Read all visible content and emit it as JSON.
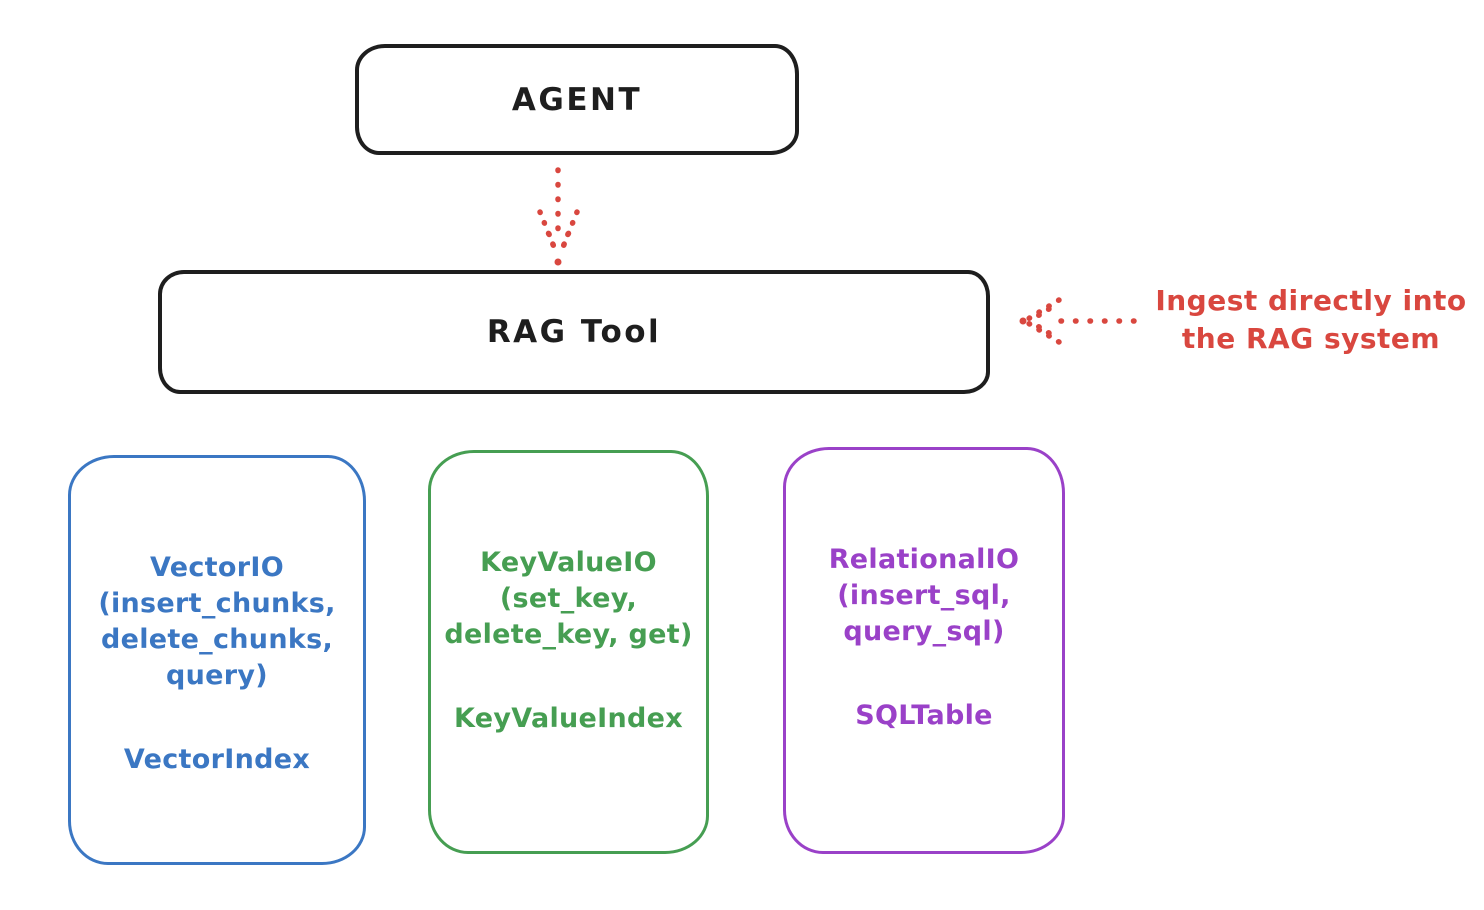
{
  "agent_box": {
    "label": "AGENT"
  },
  "rag_tool_box": {
    "label": "RAG Tool"
  },
  "annotation": {
    "lines": [
      "Ingest directly into",
      "the RAG system"
    ]
  },
  "storage_boxes": [
    {
      "id": "vector-io",
      "title_lines": [
        "VectorIO",
        "(insert_chunks,",
        "delete_chunks,",
        "query)"
      ],
      "index_label": "VectorIndex",
      "color": "#3b77c3"
    },
    {
      "id": "keyvalue-io",
      "title_lines": [
        "KeyValueIO",
        "(set_key,",
        "delete_key, get)"
      ],
      "index_label": "KeyValueIndex",
      "color": "#469e52"
    },
    {
      "id": "relational-io",
      "title_lines": [
        "RelationalIO",
        "(insert_sql,",
        "query_sql)"
      ],
      "index_label": "SQLTable",
      "color": "#9a41c8"
    }
  ],
  "colors": {
    "stroke": "#1e1e1e",
    "red": "#d9473f",
    "blue": "#3b77c3",
    "green": "#469e52",
    "purple": "#9a41c8",
    "background": "#ffffff"
  }
}
